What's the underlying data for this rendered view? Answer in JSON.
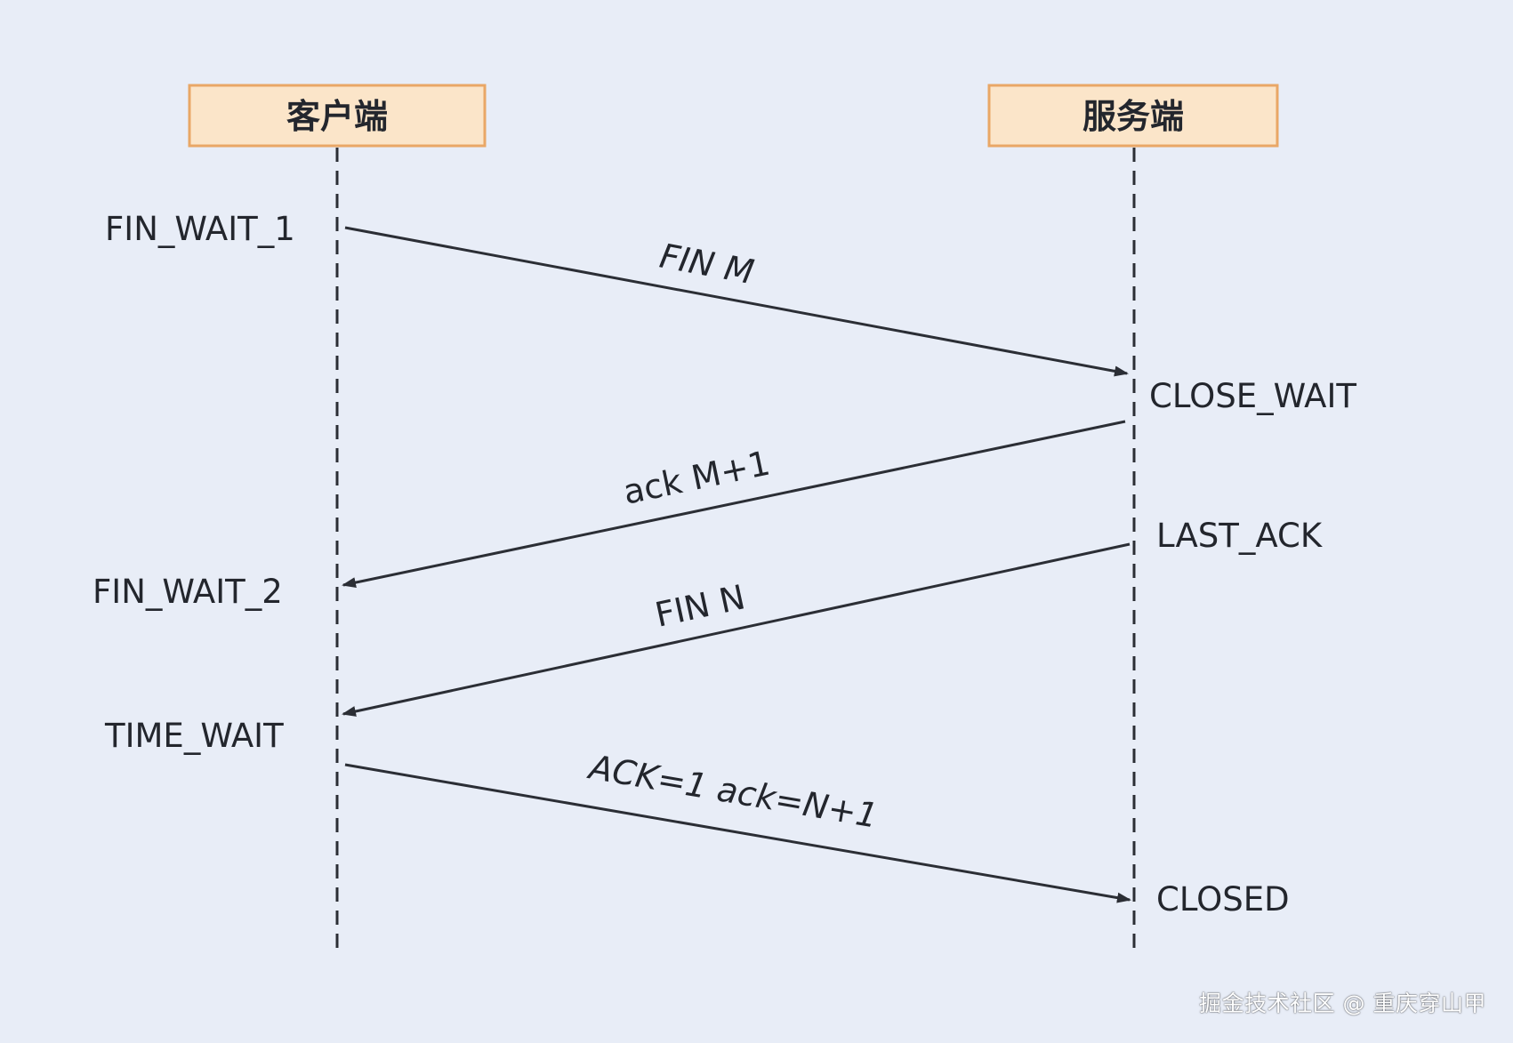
{
  "participants": {
    "client": {
      "label": "客户端"
    },
    "server": {
      "label": "服务端"
    }
  },
  "client_states": {
    "fin_wait_1": "FIN_WAIT_1",
    "fin_wait_2": "FIN_WAIT_2",
    "time_wait": "TIME_WAIT"
  },
  "server_states": {
    "close_wait": "CLOSE_WAIT",
    "last_ack": "LAST_ACK",
    "closed": "CLOSED"
  },
  "messages": {
    "fin_m": "FIN M",
    "ack_m1": "ack M+1",
    "fin_n": "FIN N",
    "ack_n1": "ACK=1 ack=N+1"
  },
  "watermark": "掘金技术社区 @ 重庆穿山甲",
  "colors": {
    "background": "#e8edf7",
    "box_fill": "#fbe5c9",
    "box_border": "#e9a766",
    "line": "#2b2e35",
    "text": "#23262d"
  }
}
